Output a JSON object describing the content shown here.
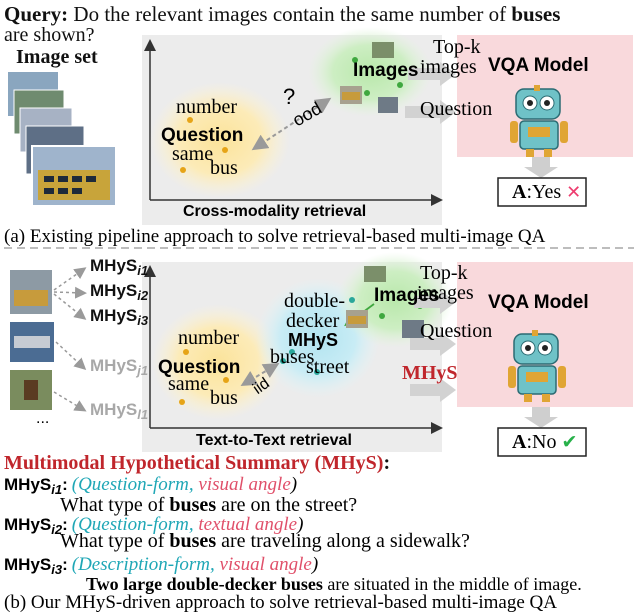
{
  "colors": {
    "panel_bg": "#ececec",
    "vqa_bg": "#f9d9dc",
    "question_blob": "#fbe6a6",
    "images_blob": "#c9edc0",
    "mhys_blob": "#c4e9f3",
    "accent_red": "#c0262c",
    "cyan": "#1fa7b6",
    "pink": "#e0506a",
    "check_green": "#27b14a",
    "cross_pink": "#ee3d6f",
    "dot_orange": "#e6a417",
    "dot_green": "#3fa83f",
    "dot_teal": "#2aa79a",
    "dashed_gray": "#9a9a9a"
  },
  "query": {
    "label": "Query:",
    "text_prefix": "Do the relevant images contain the same number of",
    "text_bold": "buses",
    "text_line2": "are shown?"
  },
  "image_set_label": "Image set",
  "top": {
    "words": {
      "number": "number",
      "question": "Question",
      "same": "same",
      "bus": "bus"
    },
    "question_mark": "?",
    "ood": "ood",
    "images_label": "Images",
    "axis_label": "Cross-modality retrieval",
    "topk_line1": "Top-k",
    "topk_line2": "images",
    "vqa_model": "VQA Model",
    "question_label": "Question",
    "answer_a": "A",
    "answer_text": ":Yes",
    "answer_icon": "cross-icon",
    "cross_glyph": "✕",
    "caption": "(a) Existing pipeline approach to solve retrieval-based multi-image QA"
  },
  "mhys_list": [
    {
      "label": "MHyS",
      "sub": "i1",
      "faded": false
    },
    {
      "label": "MHyS",
      "sub": "i2",
      "faded": false
    },
    {
      "label": "MHyS",
      "sub": "i3",
      "faded": false
    },
    {
      "label": "MHyS",
      "sub": "j1",
      "faded": true
    },
    {
      "label": "MHyS",
      "sub": "l1",
      "faded": true
    }
  ],
  "ellipsis": "...",
  "bottom": {
    "words": {
      "number": "number",
      "question": "Question",
      "same": "same",
      "bus": "bus"
    },
    "iid": "iid",
    "mhys_words": {
      "double": "double-",
      "decker": "decker",
      "mhys": "MHyS",
      "buses": "buses",
      "street": "street"
    },
    "images_label": "Images",
    "topk_line1": "Top-k",
    "topk_line2": "images",
    "vqa_model": "VQA Model",
    "question_label": "Question",
    "mhys_label": "MHyS",
    "axis_label": "Text-to-Text retrieval",
    "answer_a": "A",
    "answer_text": ":No",
    "answer_icon": "check-icon",
    "check_glyph": "✔"
  },
  "summary": {
    "title": "Multimodal Hypothetical Summary (MHyS)",
    "title_colon": ":",
    "items": [
      {
        "label": "MHyS",
        "sub": "i1",
        "form": "Question-form",
        "angle": "visual angle",
        "text_pre": "What type of",
        "text_bold": "buses",
        "text_post": "are on the street?"
      },
      {
        "label": "MHyS",
        "sub": "i2",
        "form": "Question-form",
        "angle": "textual angle",
        "text_pre": "What type of",
        "text_bold": "buses",
        "text_post": "are traveling along a sidewalk?"
      },
      {
        "label": "MHyS",
        "sub": "i3",
        "form": "Description-form",
        "angle": "visual angle",
        "text_pre": "",
        "text_bold": "Two large double-decker buses",
        "text_post": "are situated in the middle of image."
      }
    ],
    "caption": "(b) Our MHyS-driven approach to solve retrieval-based multi-image QA"
  }
}
